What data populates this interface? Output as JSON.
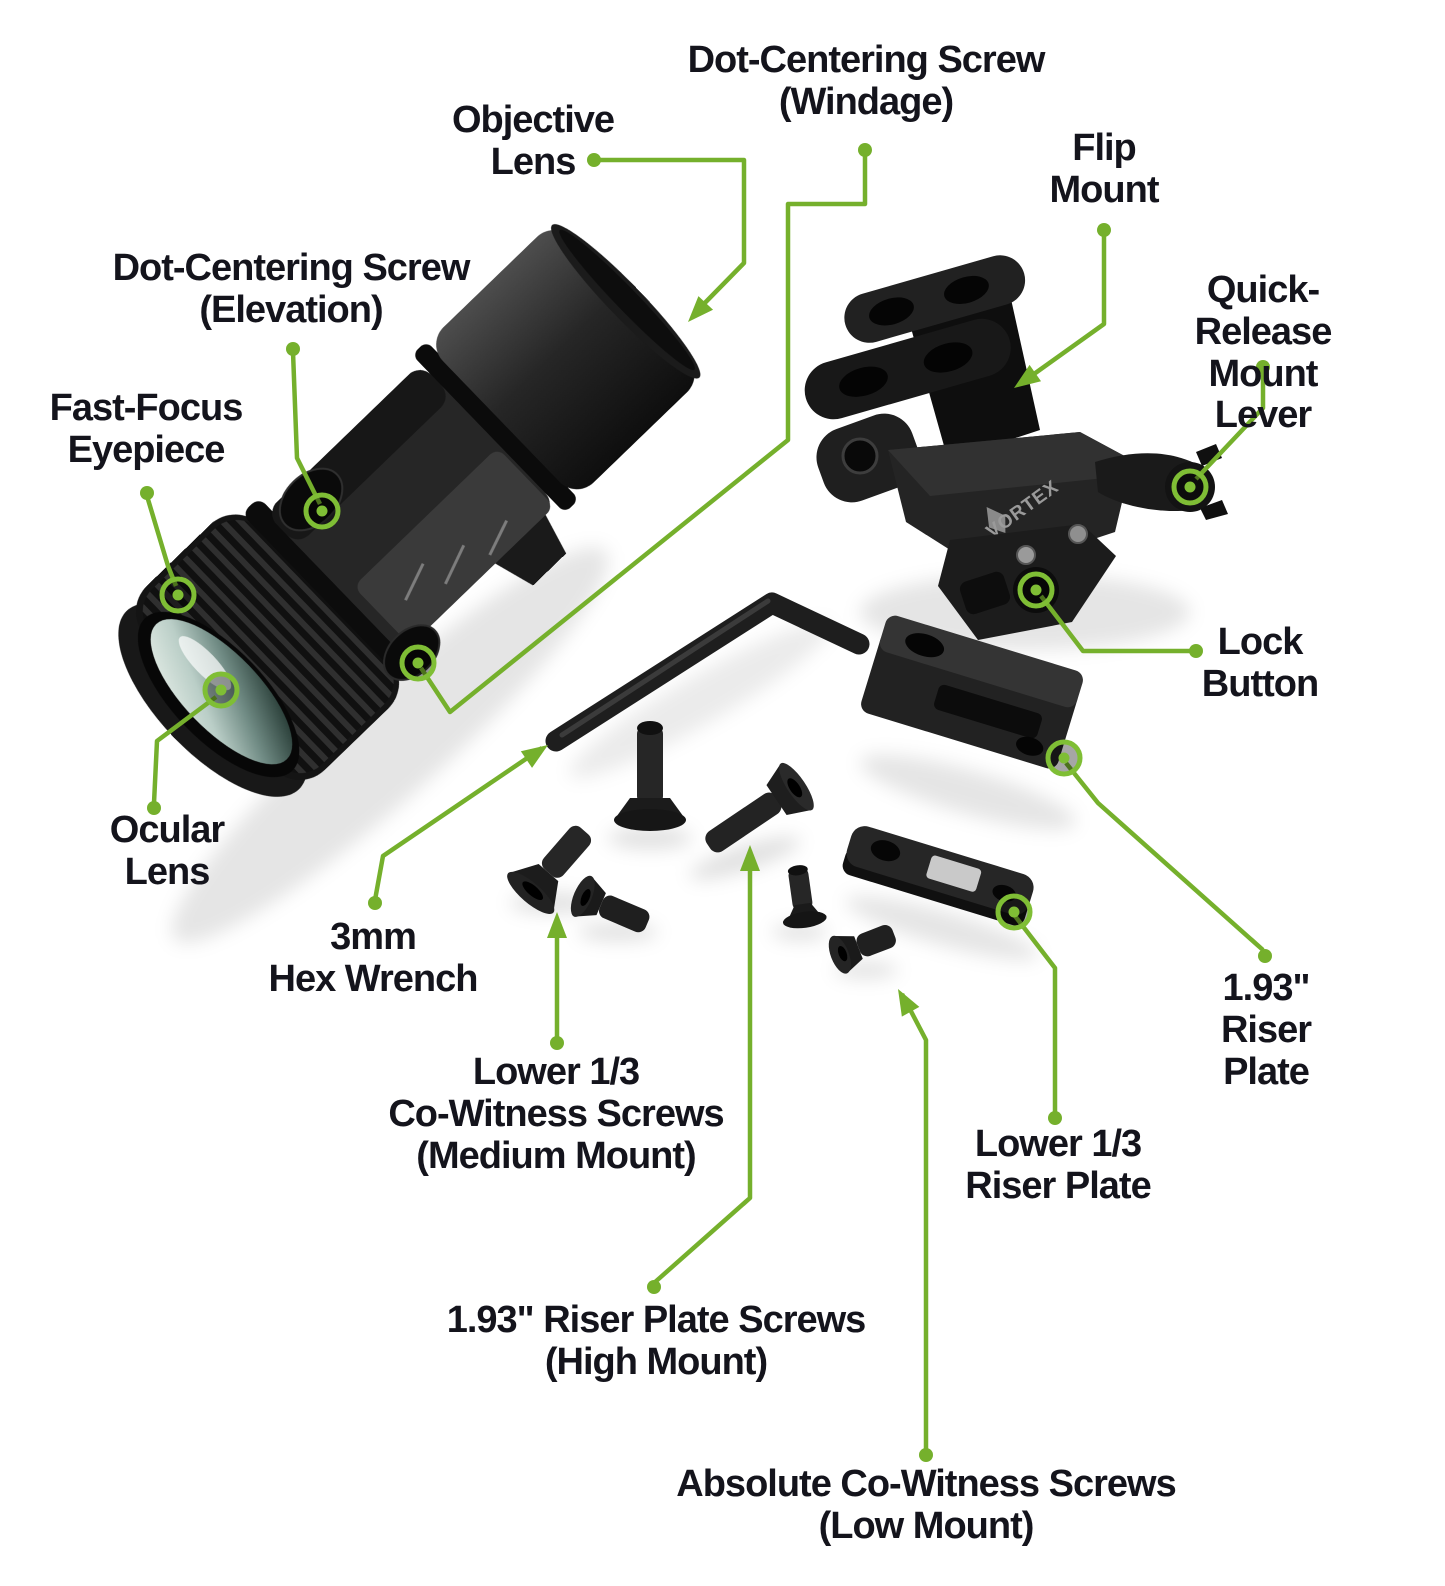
{
  "diagram": {
    "background_color": "#ffffff",
    "accent_color": "#75b02c",
    "marker_color": "#7fbe35",
    "label_color": "#14141c",
    "brand": "VORTEX",
    "labels": {
      "windage": "Dot-Centering Screw\n(Windage)",
      "objective": "Objective\nLens",
      "flip_mount": "Flip\nMount",
      "elevation": "Dot-Centering Screw\n(Elevation)",
      "quick_release": "Quick-Release\nMount Lever",
      "fast_focus": "Fast-Focus\nEyepiece",
      "lock_button": "Lock\nButton",
      "ocular": "Ocular\nLens",
      "hex_wrench": "3mm\nHex Wrench",
      "medium_mount": "Lower 1/3\nCo-Witness Screws\n(Medium Mount)",
      "riser_plate_193": "1.93\"\nRiser Plate",
      "lower_riser_plate": "Lower 1/3\nRiser Plate",
      "high_mount": "1.93\" Riser Plate Screws\n(High Mount)",
      "low_mount": "Absolute Co-Witness Screws\n(Low Mount)"
    }
  }
}
